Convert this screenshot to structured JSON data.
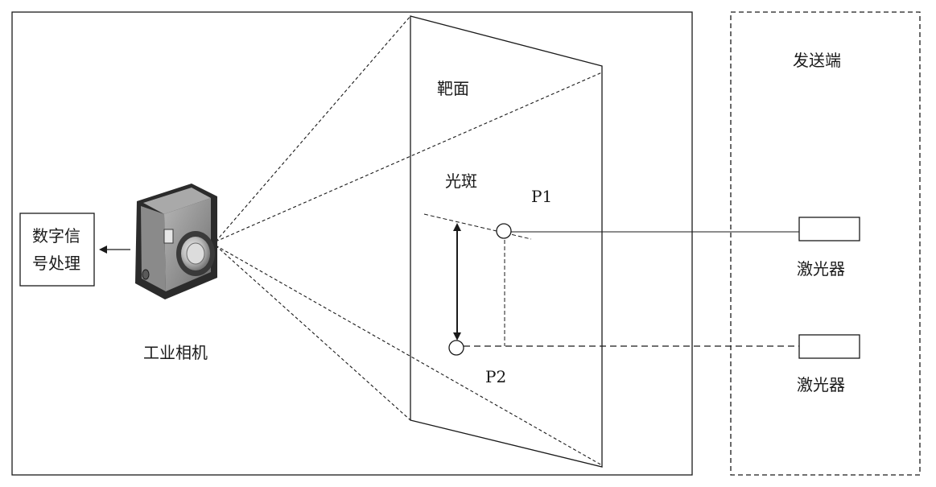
{
  "labels": {
    "target_plane": "靶面",
    "light_spot": "光斑",
    "p1": "P1",
    "p2": "P2",
    "camera": "工业相机",
    "dsp_line1": "数字信",
    "dsp_line2": "号处理",
    "sender": "发送端",
    "laser_top": "激光器",
    "laser_bottom": "激光器"
  },
  "icons": {
    "camera": "camera-icon"
  },
  "colors": {
    "line": "#1a1a1a",
    "camera_body": "#8a8a8a",
    "camera_dark": "#2b2b2b"
  }
}
